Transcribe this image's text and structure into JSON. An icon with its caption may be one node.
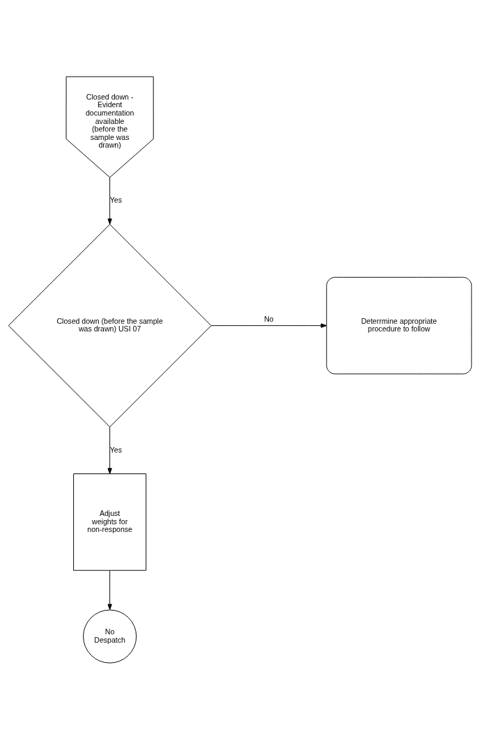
{
  "diagram": {
    "nodes": [
      {
        "text": [
          "Closed down - Evident documentation available (before the sample was drawn)"
        ]
      },
      {
        "text": [
          "Closed down (before the sample was drawn) USI 07"
        ]
      },
      {
        "text": [
          "Deterrmine appropriate procedure to follow"
        ]
      },
      {
        "text": [
          "Adjust weights for non-response"
        ]
      },
      {
        "text": [
          "No Despatch"
        ]
      }
    ],
    "edges": [
      {
        "from": 0,
        "to": 1,
        "arrow": "to",
        "label": "Yes"
      },
      {
        "from": 1,
        "to": 2,
        "arrow": "to",
        "label": "No"
      },
      {
        "from": 1,
        "to": 3,
        "arrow": "to",
        "label": "Yes"
      },
      {
        "from": 3,
        "to": 4,
        "arrow": "to"
      }
    ]
  }
}
